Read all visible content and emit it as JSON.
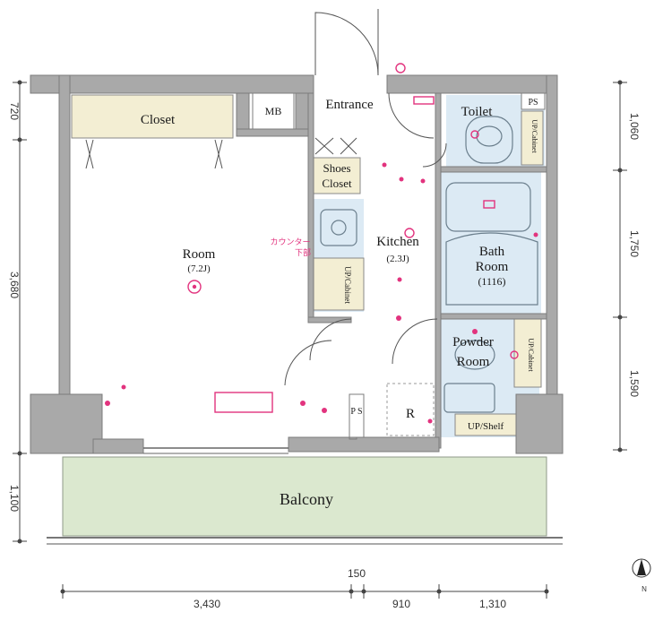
{
  "rooms": {
    "closet": "Closet",
    "mb": "MB",
    "entrance": "Entrance",
    "toilet": "Toilet",
    "ps_top": "PS",
    "shoes_closet_l1": "Shoes",
    "shoes_closet_l2": "Closet",
    "room": "Room",
    "room_size": "(7.2J)",
    "kitchen": "Kitchen",
    "kitchen_size": "(2.3J)",
    "bath_l1": "Bath",
    "bath_l2": "Room",
    "bath_size": "(1116)",
    "powder_l1": "Powder",
    "powder_l2": "Room",
    "ps_mid": "P S",
    "refrigerator": "R",
    "up_shelf": "UP/Shelf",
    "up_cabinet": "UP/Cabinet",
    "counter_note_l1": "カウンター",
    "counter_note_l2": "下部",
    "balcony": "Balcony"
  },
  "dimensions": {
    "left": [
      "720",
      "3,680",
      "1,100"
    ],
    "right": [
      "1,060",
      "1,750",
      "1,590"
    ],
    "bottom": [
      "3,430",
      "150",
      "910",
      "1,310"
    ]
  },
  "compass": {
    "label": "N"
  },
  "colors": {
    "wall": "#a9a9a9",
    "closet_fill": "#f3eed3",
    "wet_fill": "#dceaf4",
    "balcony_fill": "#dbe8cf",
    "symbol_pink": "#e2337e"
  }
}
